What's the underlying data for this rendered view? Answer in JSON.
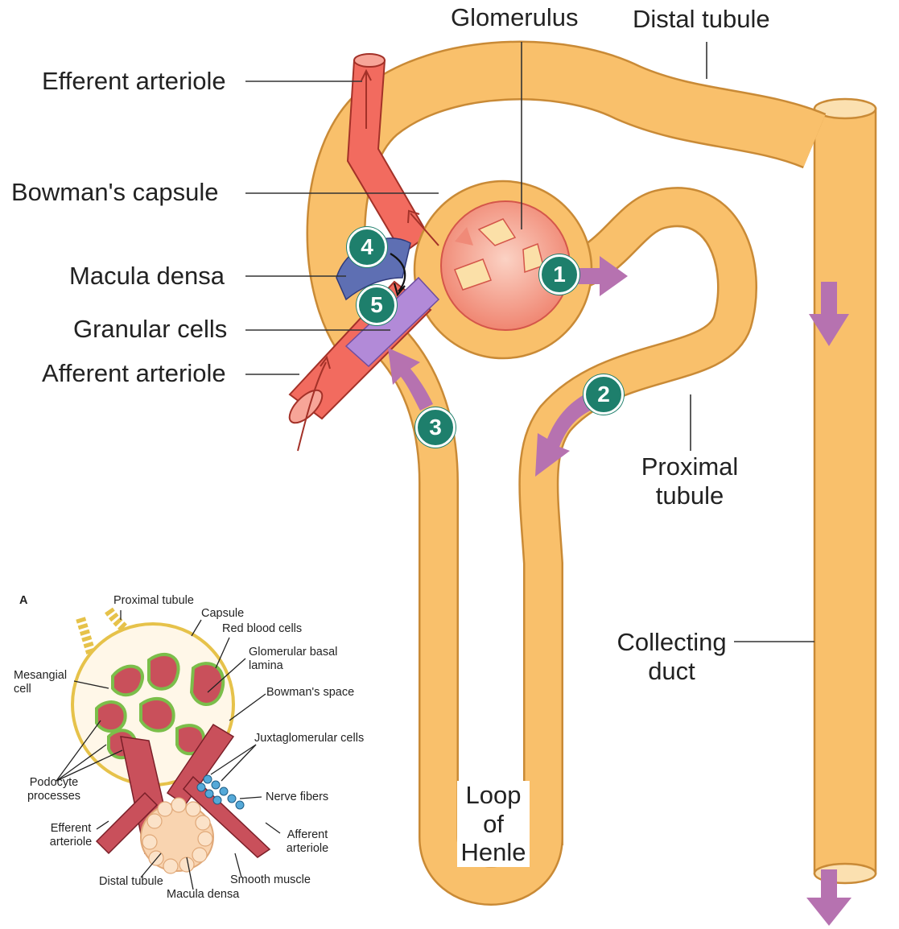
{
  "colors": {
    "tubule_fill": "#f9c06b",
    "tubule_stroke": "#c98a36",
    "vessel_fill": "#f26b5f",
    "vessel_stroke": "#a33128",
    "glomerulus_fill": "#f59a86",
    "arrow_purple": "#b672b0",
    "macula_densa": "#5e6fb3",
    "granular_cells": "#b28ad8",
    "badge_green": "#1e7f6c"
  },
  "labels": {
    "glomerulus": "Glomerulus",
    "distal_tubule": "Distal tubule",
    "efferent_arteriole": "Efferent arteriole",
    "bowmans_capsule": "Bowman's capsule",
    "macula_densa": "Macula densa",
    "granular_cells": "Granular cells",
    "afferent_arteriole": "Afferent arteriole",
    "proximal_tubule": "Proximal tubule",
    "collecting_duct": "Collecting duct",
    "loop_of_henle": "Loop of Henle"
  },
  "steps": [
    "1",
    "2",
    "3",
    "4",
    "5"
  ],
  "inset": {
    "panel_letter": "A",
    "proximal_tubule": "Proximal tubule",
    "capsule": "Capsule",
    "red_blood_cells": "Red blood cells",
    "glomerular_basal_lamina": "Glomerular basal lamina",
    "mesangial_cell": "Mesangial cell",
    "bowmans_space": "Bowman's space",
    "juxtaglomerular_cells": "Juxtaglomerular cells",
    "podocyte_processes": "Podocyte processes",
    "nerve_fibers": "Nerve fibers",
    "efferent_arteriole": "Efferent arteriole",
    "afferent_arteriole": "Afferent arteriole",
    "distal_tubule": "Distal tubule",
    "smooth_muscle": "Smooth muscle",
    "macula_densa": "Macula densa"
  }
}
